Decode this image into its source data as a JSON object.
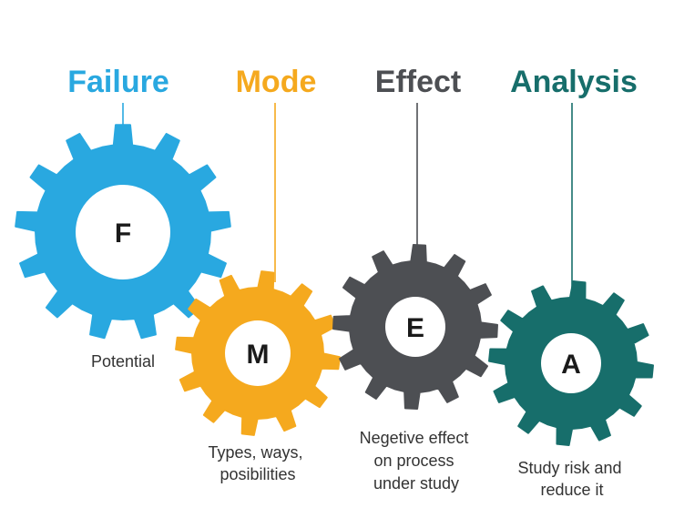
{
  "stages": [
    {
      "key": "failure",
      "heading": "Failure",
      "letter": "F",
      "color": "#29A8E0",
      "description": [
        "Potential"
      ]
    },
    {
      "key": "mode",
      "heading": "Mode",
      "letter": "M",
      "color": "#F5A91E",
      "description": [
        "Types, ways,",
        "posibilities"
      ]
    },
    {
      "key": "effect",
      "heading": "Effect",
      "letter": "E",
      "color": "#4D4F53",
      "description": [
        "Negetive effect",
        "on process",
        "under study"
      ]
    },
    {
      "key": "analysis",
      "heading": "Analysis",
      "letter": "A",
      "color": "#176E6B",
      "description": [
        "Study risk and",
        "reduce it"
      ]
    }
  ]
}
